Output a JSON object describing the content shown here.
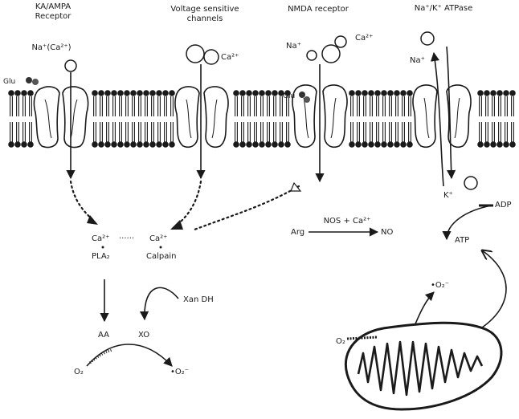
{
  "receptors": {
    "ka_ampa": [
      "KA/AMPA",
      "Receptor"
    ],
    "vsc": [
      "Voltage sensitive",
      "channels"
    ],
    "nmda": "NMDA receptor",
    "atpase": "Na⁺/K⁺ ATPase"
  },
  "ions": {
    "na_ca_ampa": "Na⁺(Ca²⁺)",
    "glu_left": "Glu",
    "ca_vsc": "Ca²⁺",
    "na_nmda": "Na⁺",
    "ca_nmda": "Ca²⁺",
    "glu_nmda": "Glu",
    "na_atpase": "Na⁺",
    "k_atpase": "K⁺"
  },
  "pathway": {
    "ca_left": "Ca²⁺",
    "dots": "······",
    "pla2": "PLA₂",
    "ca_right": "Ca²⁺",
    "calpain": "Calpain",
    "xan_dh": "Xan DH",
    "aa": "AA",
    "xo": "XO",
    "o2_left": "O₂",
    "o2_radical_left": "•O₂⁻",
    "nos": "NOS + Ca²⁺",
    "arg": "Arg",
    "no": "NO",
    "adp": "ADP",
    "atp": "ATP",
    "o2_radical_mito": "•O₂⁻",
    "o2_mito": "O₂"
  }
}
